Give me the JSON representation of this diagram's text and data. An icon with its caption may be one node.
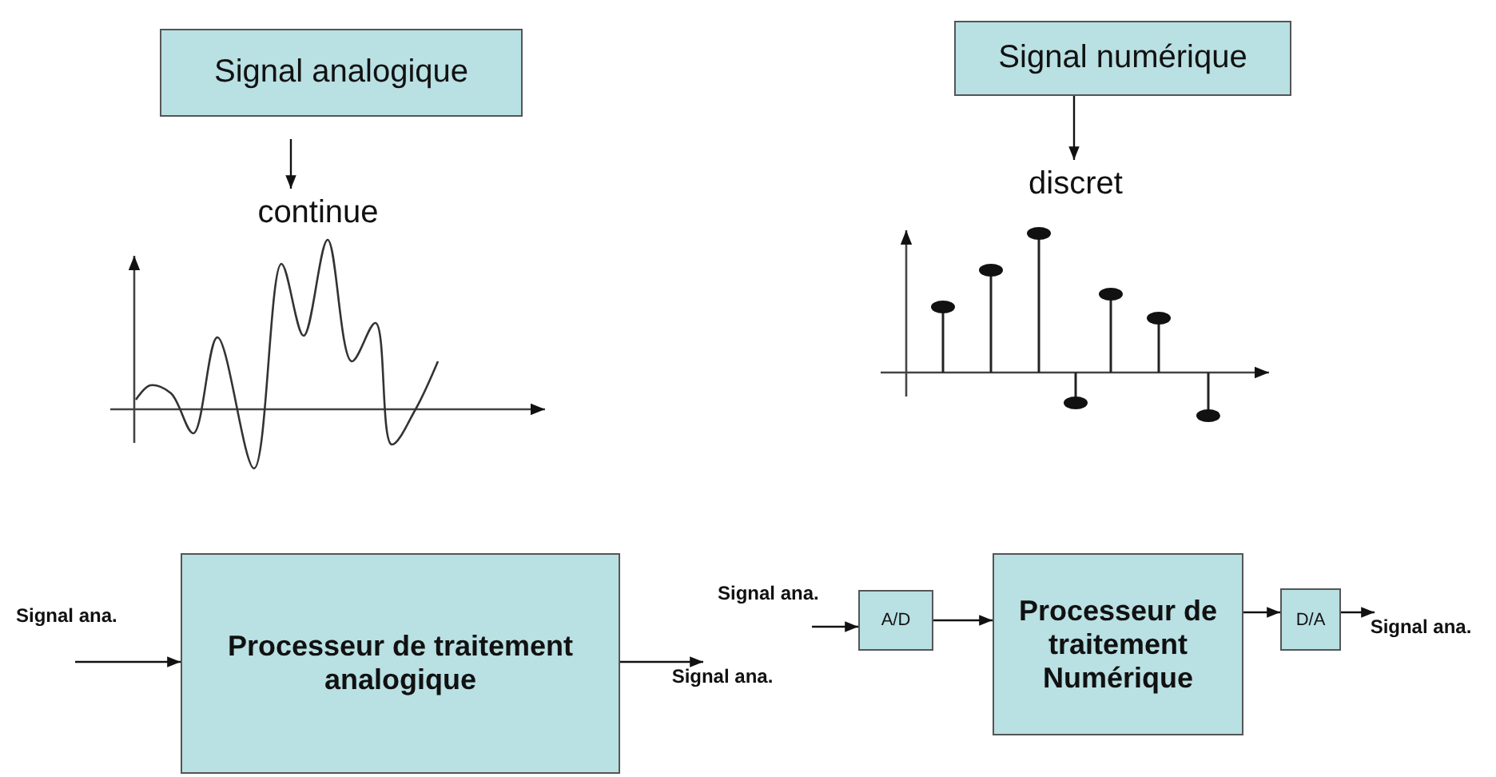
{
  "diagram": {
    "nodes": [
      {
        "text": [
          "Signal analogique"
        ]
      },
      {
        "text": [
          "continue"
        ]
      },
      {
        "text": [
          "Signal numérique"
        ]
      },
      {
        "text": [
          "discret"
        ]
      },
      {
        "text": [
          "Processeur de traitement analogique"
        ]
      },
      {
        "text": [
          "A/D"
        ]
      },
      {
        "text": [
          "Processeur de traitement Numérique"
        ]
      },
      {
        "text": [
          "D/A"
        ]
      },
      {
        "text": [
          "Signal ana."
        ]
      },
      {
        "text": [
          "Signal ana."
        ]
      }
    ],
    "edges": [
      {
        "from": 0,
        "to": 1,
        "arrow": "to"
      },
      {
        "from": 2,
        "to": 3,
        "arrow": "to"
      },
      {
        "from": null,
        "to": 4,
        "arrow": "to"
      },
      {
        "from": 4,
        "to": 8,
        "arrow": "to"
      },
      {
        "from": null,
        "to": 5,
        "arrow": "to"
      },
      {
        "from": 5,
        "to": 6,
        "arrow": "to"
      },
      {
        "from": 6,
        "to": 7,
        "arrow": "to"
      },
      {
        "from": 7,
        "to": 9,
        "arrow": "to"
      }
    ],
    "labels": [
      "Signal ana.",
      "Signal ana."
    ]
  }
}
